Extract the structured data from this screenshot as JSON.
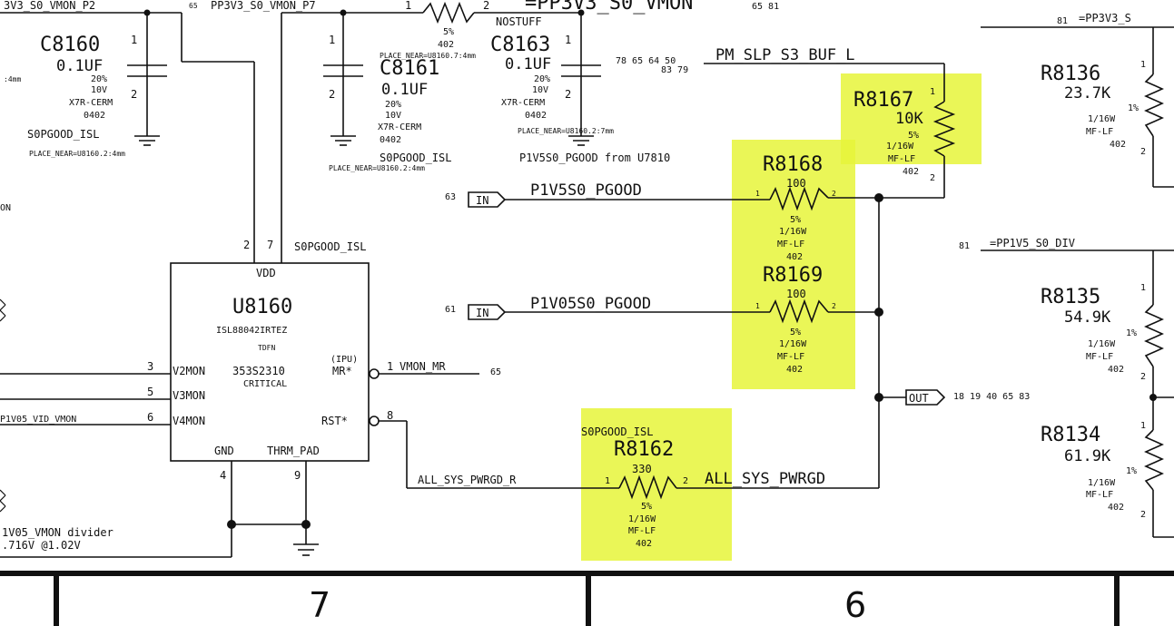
{
  "nets": {
    "pp3v3_s0_vmon_p2": "3V3_S0_VMON_P2",
    "pp3v3_s0_vmon_p7": "PP3V3_S0_VMON_P7",
    "pp3v3_s0_vmon": "=PP3V3_S0_VMON",
    "pp3v3_s0_vmon_refs": "65 81",
    "pp3v3_right": "=PP3V3_S",
    "pp3v3_right_ref": "81",
    "pm_slp": "PM_SLP_S3_BUF_L",
    "pm_slp_refs1": "78 65 64 50",
    "pm_slp_refs2": "83 79",
    "p1v5_pgood": "P1V5S0_PGOOD",
    "p1v5_ref": "63",
    "p1v05_pgood": "P1V05S0_PGOOD",
    "p1v05_ref": "61",
    "all_sys_pwrgd_r": "ALL_SYS_PWRGD_R",
    "all_sys_pwrgd": "ALL_SYS_PWRGD",
    "out_refs": "18 19 40 65 83",
    "pp1v5_div": "=PP1V5_S0_DIV",
    "pp1v5_div_ref": "81",
    "vmon_mr": "VMON_MR",
    "vmon_mr_ref": "65",
    "s0pgood_isl": "S0PGOOD_ISL",
    "p1v05_vid": "P1V05_VID_VMON",
    "left_on": "ON",
    "pin_prefix": "65",
    "p1v5_from": "P1V5S0_PGOOD from U7810",
    "divider_note1": "1V05_VMON divider",
    "divider_note2": ".716V @1.02V",
    "place_near_4mm": ":4mm"
  },
  "ports": {
    "in": "IN",
    "out": "OUT"
  },
  "components": {
    "c8160": {
      "ref": "C8160",
      "value": "0.1UF",
      "tol": "20%",
      "volt": "10V",
      "type": "X7R-CERM",
      "pkg": "0402",
      "pin1": "1",
      "pin2": "2",
      "place": "PLACE_NEAR=U8160.2:4mm"
    },
    "c8161": {
      "ref": "C8161",
      "value": "0.1UF",
      "tol": "20%",
      "volt": "10V",
      "type": "X7R-CERM",
      "pkg": "0402",
      "pin1": "1",
      "pin2": "2",
      "place1": "PLACE_NEAR=U8160.7:4mm",
      "place2": "PLACE_NEAR=U8160.2:4mm"
    },
    "c8163": {
      "ref": "C8163",
      "value": "0.1UF",
      "tol": "20%",
      "volt": "10V",
      "type": "X7R-CERM",
      "pkg": "0402",
      "pin1": "1",
      "pin2": "2",
      "place": "PLACE_NEAR=U8160.2:7mm"
    },
    "r_top": {
      "tol": "5%",
      "pkg": "402",
      "nostuff": "NOSTUFF",
      "pin1": "1",
      "pin2": "2"
    },
    "r8167": {
      "ref": "R8167",
      "value": "10K",
      "tol": "5%",
      "power": "1/16W",
      "type": "MF-LF",
      "pkg": "402",
      "pin1": "1",
      "pin2": "2"
    },
    "r8168": {
      "ref": "R8168",
      "value": "100",
      "tol": "5%",
      "power": "1/16W",
      "type": "MF-LF",
      "pkg": "402",
      "pin1": "1",
      "pin2": "2"
    },
    "r8169": {
      "ref": "R8169",
      "value": "100",
      "tol": "5%",
      "power": "1/16W",
      "type": "MF-LF",
      "pkg": "402",
      "pin1": "1",
      "pin2": "2"
    },
    "r8162": {
      "ref": "R8162",
      "value": "330",
      "tol": "5%",
      "power": "1/16W",
      "type": "MF-LF",
      "pkg": "402",
      "pin1": "1",
      "pin2": "2",
      "tag": "S0PGOOD_ISL"
    },
    "r8136": {
      "ref": "R8136",
      "value": "23.7K",
      "tol": "1%",
      "power": "1/16W",
      "type": "MF-LF",
      "pkg": "402",
      "pin1": "1",
      "pin2": "2"
    },
    "r8135": {
      "ref": "R8135",
      "value": "54.9K",
      "tol": "1%",
      "power": "1/16W",
      "type": "MF-LF",
      "pkg": "402",
      "pin1": "1",
      "pin2": "2"
    },
    "r8134": {
      "ref": "R8134",
      "value": "61.9K",
      "tol": "1%",
      "power": "1/16W",
      "type": "MF-LF",
      "pkg": "402",
      "pin1": "1",
      "pin2": "2"
    },
    "u8160": {
      "ref": "U8160",
      "part": "ISL88042IRTEZ",
      "pkg": "TDFN",
      "pn": "353S2310",
      "crit": "CRITICAL",
      "vdd": "VDD",
      "gnd": "GND",
      "thrm": "THRM_PAD",
      "v2mon": "V2MON",
      "v3mon": "V3MON",
      "v4mon": "V4MON",
      "mr": "MR*",
      "ipu": "(IPU)",
      "rst": "RST*",
      "pin_v2": "3",
      "pin_v3": "5",
      "pin_v4": "6",
      "pin_vdd_a": "2",
      "pin_vdd_b": "7",
      "pin_gnd": "4",
      "pin_thrm": "9",
      "pin_mr": "1",
      "pin_rst": "8"
    }
  },
  "frame": {
    "zone_left": "7",
    "zone_right": "6"
  }
}
